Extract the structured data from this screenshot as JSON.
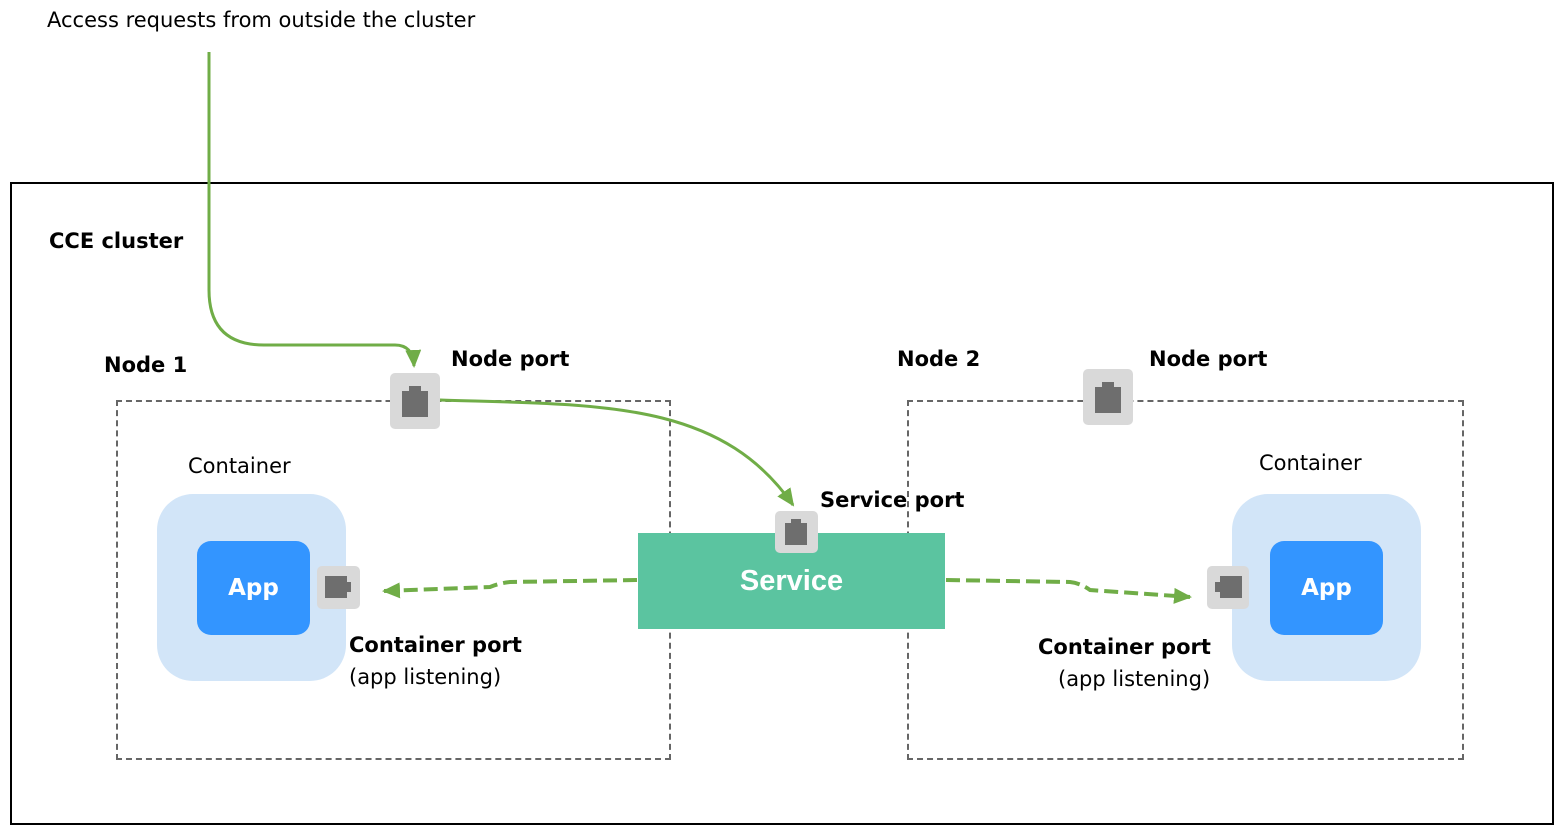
{
  "header": {
    "external_label": "Access requests from outside the cluster"
  },
  "cluster": {
    "label": "CCE cluster"
  },
  "node1": {
    "label": "Node 1",
    "node_port_label": "Node port",
    "container_label": "Container",
    "app_label": "App",
    "container_port_label": "Container port",
    "container_port_sublabel": "(app listening)"
  },
  "node2": {
    "label": "Node 2",
    "node_port_label": "Node port",
    "container_label": "Container",
    "app_label": "App",
    "container_port_label": "Container port",
    "container_port_sublabel": "(app listening)"
  },
  "service": {
    "label": "Service",
    "port_label": "Service port"
  },
  "colors": {
    "arrow": "#70ad47",
    "service": "#5bc4a0",
    "app": "#3395ff",
    "container": "#d2e5f8",
    "port_bg": "#d9d9d9",
    "port_icon": "#6e6e6e"
  }
}
